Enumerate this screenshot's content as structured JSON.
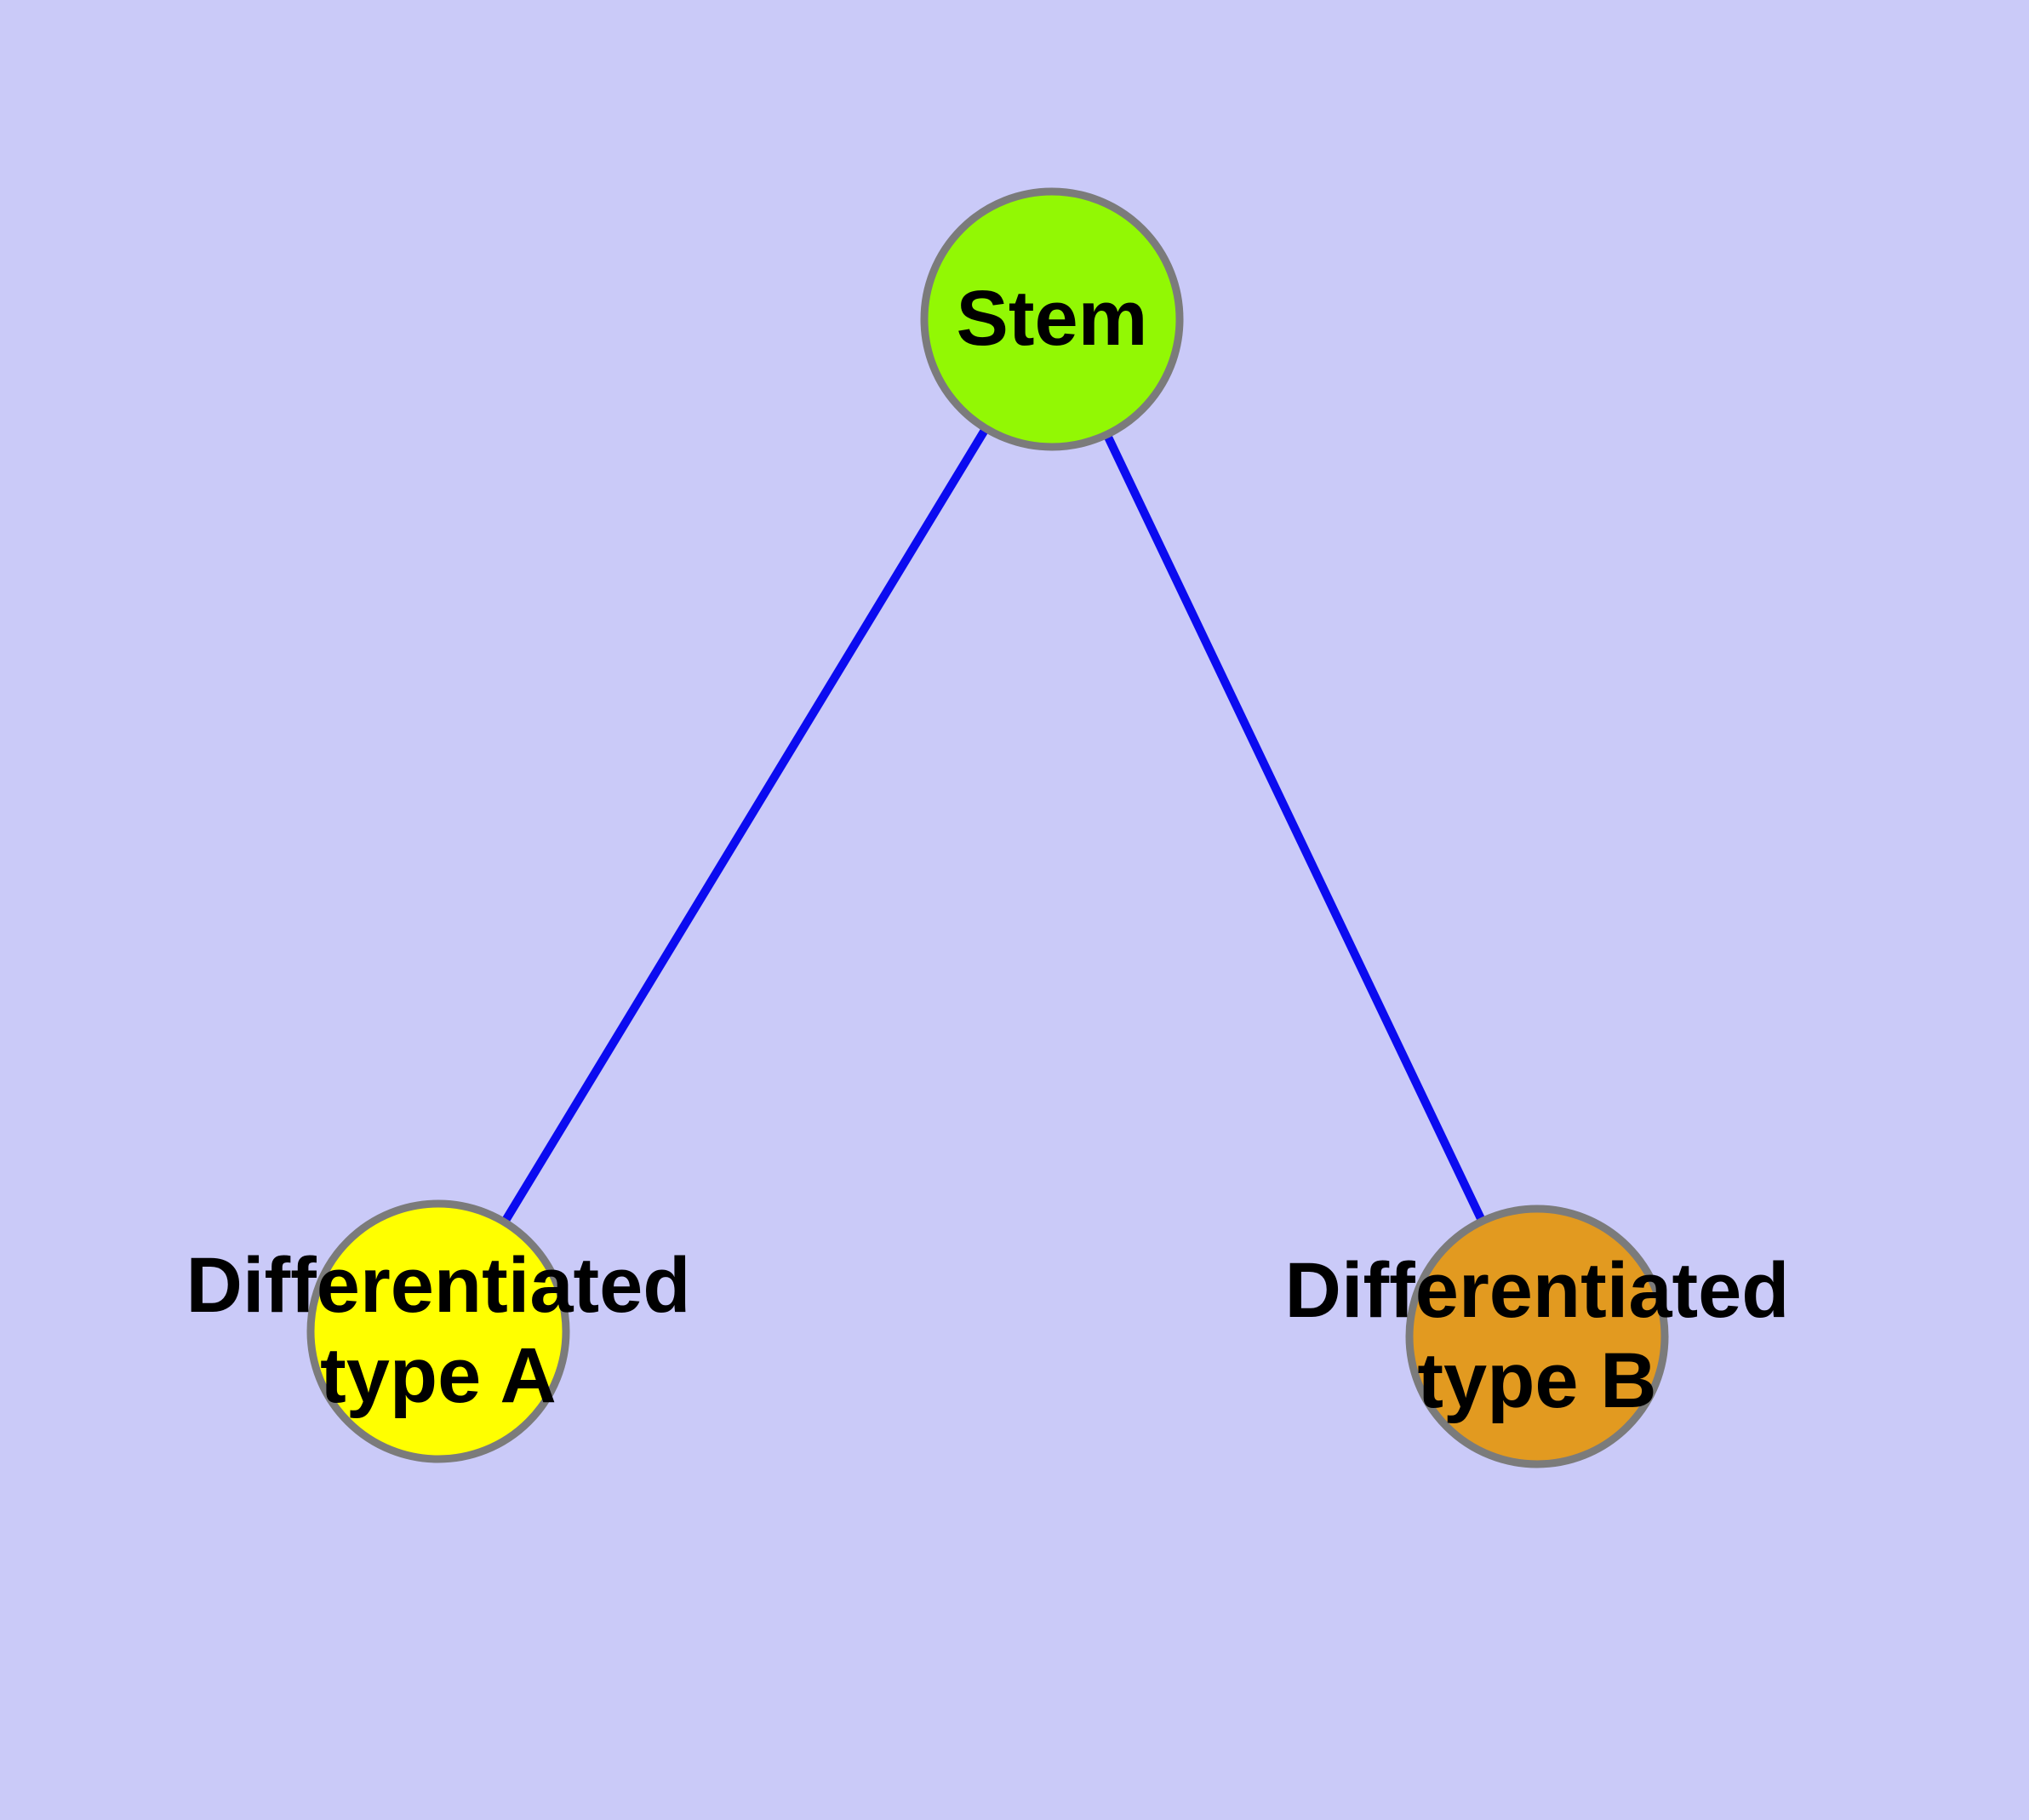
{
  "graph": {
    "background_color": "#CACAF8",
    "edge_color": "#0B0BF0",
    "node_border_color": "#7B7B7B",
    "label_text_color": "#000000",
    "nodes": [
      {
        "id": "stem",
        "label": "Stem",
        "fill_color": "#92F804",
        "border_color": "#7B7B7B",
        "text_color": "#000000"
      },
      {
        "id": "typeA",
        "label": "Differentiated\ntype A",
        "fill_color": "#FFFF00",
        "border_color": "#7B7B7B",
        "text_color": "#000000"
      },
      {
        "id": "typeB",
        "label": "Differentiated\ntype B",
        "fill_color": "#E29A20",
        "border_color": "#7B7B7B",
        "text_color": "#000000"
      }
    ],
    "edges": [
      {
        "from": "stem",
        "to": "typeA",
        "color": "#0B0BF0"
      },
      {
        "from": "stem",
        "to": "typeB",
        "color": "#0B0BF0"
      }
    ]
  }
}
